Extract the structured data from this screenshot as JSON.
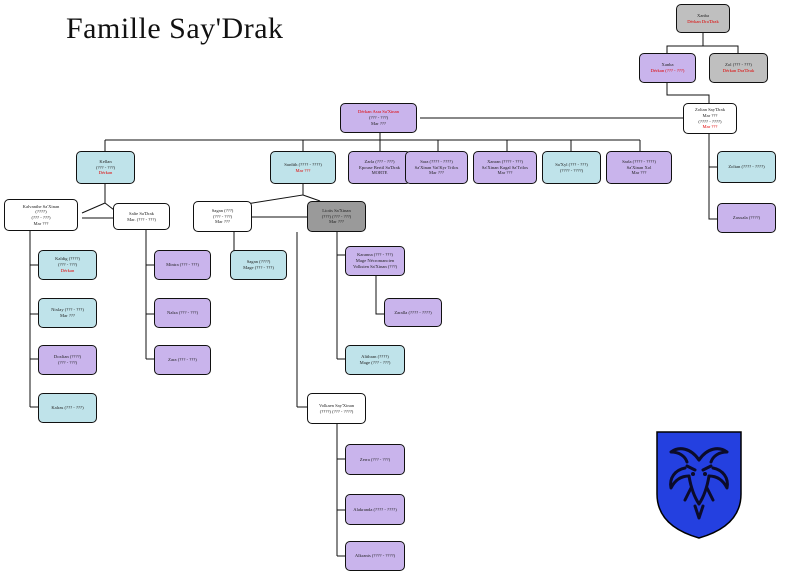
{
  "title": "Famille Say'Drak",
  "colors": {
    "line": "#111111",
    "gray": "#bfbfbf",
    "dark": "#9a9a9a",
    "blue": "#bfe3ea",
    "purple": "#c9b4ec",
    "white": "#ffffff",
    "shield_fill": "#2440e0",
    "shield_mark": "#0b0b2a"
  },
  "nodes": {
    "n1": {
      "lines": [
        {
          "t": "Xanba"
        },
        {
          "t": "Dérkan Dra'Drak",
          "red": true
        }
      ]
    },
    "n2": {
      "lines": [
        {
          "t": "Xanba"
        },
        {
          "t": "Dérkan (??? - ???)",
          "red": true
        }
      ]
    },
    "n3": {
      "lines": [
        {
          "t": "Zol (??? - ???)"
        },
        {
          "t": "Dérkan Dra'Drak",
          "red": true
        }
      ]
    },
    "n4": {
      "lines": [
        {
          "t": "Dérkan Asra Sa'Xinan",
          "red": true
        },
        {
          "t": "(??? - ???)"
        },
        {
          "t": "Mar ???"
        }
      ]
    },
    "n5": {
      "lines": [
        {
          "t": "Zoltan Say'Drak"
        },
        {
          "t": "Mar ???"
        },
        {
          "t": "(???? - ????)"
        },
        {
          "t": "Mar ???",
          "red": true
        }
      ]
    },
    "n6": {
      "lines": [
        {
          "t": "Kellan"
        },
        {
          "t": "(??? - ???)"
        },
        {
          "t": "Dérkan",
          "red": true
        }
      ]
    },
    "n7": {
      "lines": [
        {
          "t": "Sardith (???? - ????)"
        },
        {
          "t": "Mar ???",
          "red": true
        }
      ]
    },
    "n8": {
      "lines": [
        {
          "t": "Zarla (??? - ???)"
        },
        {
          "t": "Epouse Bertil Sa'Drak"
        },
        {
          "t": "MORTE"
        }
      ]
    },
    "n9": {
      "lines": [
        {
          "t": "Sara (???? - ????)"
        },
        {
          "t": "Sa'Xinan Vat'Kyr Trilos"
        },
        {
          "t": "Mar ???"
        }
      ]
    },
    "n10": {
      "lines": [
        {
          "t": "Xanran (???? - ???)"
        },
        {
          "t": "Sa'Xinan Kagal Sa'Trilos"
        },
        {
          "t": "Mar ???"
        }
      ]
    },
    "n11": {
      "lines": [
        {
          "t": "Sa'Xyl (??? - ???)"
        },
        {
          "t": "(???? - ????)"
        }
      ]
    },
    "n12": {
      "lines": [
        {
          "t": "Sarla (???? - ????)"
        },
        {
          "t": "Sa'Xinan Xol"
        },
        {
          "t": "Mar ???"
        }
      ]
    },
    "n13": {
      "lines": [
        {
          "t": "Zoltan (???? - ????)"
        }
      ]
    },
    "n14": {
      "lines": [
        {
          "t": "Zaxxala (????)"
        }
      ]
    },
    "n15": {
      "lines": [
        {
          "t": "Kalvanthe Sa'Xinan"
        },
        {
          "t": "(????)"
        },
        {
          "t": "(??? - ???)"
        },
        {
          "t": "Mar ???"
        }
      ]
    },
    "n16": {
      "lines": [
        {
          "t": "Salte Sa'Drak"
        },
        {
          "t": "Mar. (??? - ???)"
        }
      ]
    },
    "n17": {
      "lines": [
        {
          "t": "Sagan (???)"
        },
        {
          "t": "(??? - ???)"
        },
        {
          "t": "Mar ???"
        }
      ]
    },
    "n18": {
      "lines": [
        {
          "t": "Liotis Sa'Xinan"
        },
        {
          "t": "(???) (??? - ???)"
        },
        {
          "t": "Mar ???"
        }
      ]
    },
    "n19": {
      "lines": [
        {
          "t": "Kaldig (????)"
        },
        {
          "t": "(??? - ???)"
        },
        {
          "t": "Dérkan",
          "red": true
        }
      ]
    },
    "n20": {
      "lines": [
        {
          "t": "Mintra (??? - ???)"
        }
      ]
    },
    "n21": {
      "lines": [
        {
          "t": "Sagan (????)"
        },
        {
          "t": "Mage (??? - ???)"
        }
      ]
    },
    "n22": {
      "lines": [
        {
          "t": "Karanna (??? - ???)"
        },
        {
          "t": "Mage Nécromancien"
        },
        {
          "t": "Volksten Sa'Xinan (???)"
        }
      ]
    },
    "n23": {
      "lines": [
        {
          "t": "Nixlay (??? - ???)"
        },
        {
          "t": "Mar ???"
        }
      ]
    },
    "n24": {
      "lines": [
        {
          "t": "Nalza (??? - ???)"
        }
      ]
    },
    "n25": {
      "lines": [
        {
          "t": "Zaralla (???? - ????)"
        }
      ]
    },
    "n26": {
      "lines": [
        {
          "t": "Doxlian (????)"
        },
        {
          "t": "(??? - ???)"
        }
      ]
    },
    "n27": {
      "lines": [
        {
          "t": "Zara (??? - ???)"
        }
      ]
    },
    "n28": {
      "lines": [
        {
          "t": "Alithran (????)"
        },
        {
          "t": "Mage (??? - ???)"
        }
      ]
    },
    "n29": {
      "lines": [
        {
          "t": "Kalras (??? - ???)"
        }
      ]
    },
    "n30": {
      "lines": [
        {
          "t": "Volkaen Say'Xinan"
        },
        {
          "t": "(????) (??? - ????)"
        }
      ]
    },
    "n31": {
      "lines": [
        {
          "t": "Zerra (??? - ???)"
        }
      ]
    },
    "n32": {
      "lines": [
        {
          "t": "Alakranda (???? - ????)"
        }
      ]
    },
    "n33": {
      "lines": [
        {
          "t": "Alkranis (???? - ????)"
        }
      ]
    }
  }
}
